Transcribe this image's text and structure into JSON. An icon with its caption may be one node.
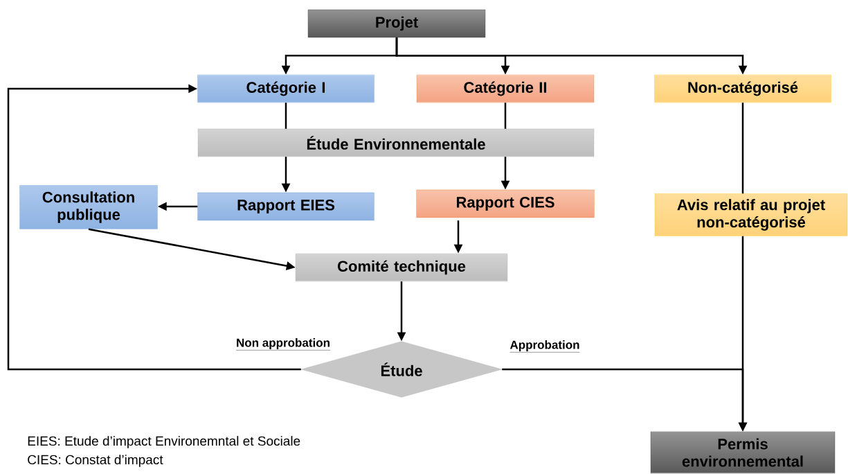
{
  "diagram": {
    "nodes": [
      {
        "text": [
          "Projet"
        ]
      },
      {
        "text": [
          "Catégorie I"
        ]
      },
      {
        "text": [
          "Catégorie II"
        ]
      },
      {
        "text": [
          "Non-catégorisé"
        ]
      },
      {
        "text": [
          "Étude Environnementale"
        ]
      },
      {
        "text": [
          "Consultation publique"
        ]
      },
      {
        "text": [
          "Rapport EIES"
        ]
      },
      {
        "text": [
          "Rapport CIES"
        ]
      },
      {
        "text": [
          "Avis relatif au projet non-catégorisé"
        ]
      },
      {
        "text": [
          "Comité technique"
        ]
      },
      {
        "text": [
          "Étude"
        ]
      },
      {
        "text": [
          "Permis environnemental"
        ]
      }
    ],
    "edges": [
      {
        "from": 0,
        "to": 1,
        "arrow": "to"
      },
      {
        "from": 0,
        "to": 2,
        "arrow": "to"
      },
      {
        "from": 0,
        "to": 3,
        "arrow": "to"
      },
      {
        "from": 1,
        "to": 4,
        "arrow": "none"
      },
      {
        "from": 2,
        "to": 4,
        "arrow": "none"
      },
      {
        "from": 4,
        "to": 6,
        "arrow": "to"
      },
      {
        "from": 4,
        "to": 7,
        "arrow": "to"
      },
      {
        "from": 6,
        "to": 5,
        "arrow": "to"
      },
      {
        "from": 5,
        "to": 9,
        "arrow": "to"
      },
      {
        "from": 7,
        "to": 9,
        "arrow": "to"
      },
      {
        "from": 9,
        "to": 10,
        "arrow": "to"
      },
      {
        "from": 10,
        "to": 1,
        "arrow": "to",
        "label": "Non approbation"
      },
      {
        "from": 10,
        "to": 11,
        "arrow": "to",
        "label": "Approbation"
      },
      {
        "from": 3,
        "to": 8,
        "arrow": "none"
      },
      {
        "from": 8,
        "to": 11,
        "arrow": "to"
      }
    ],
    "labels": [
      "EIES: Etude d’impact Environemntal et Sociale",
      "CIES: Constat d’impact"
    ]
  }
}
